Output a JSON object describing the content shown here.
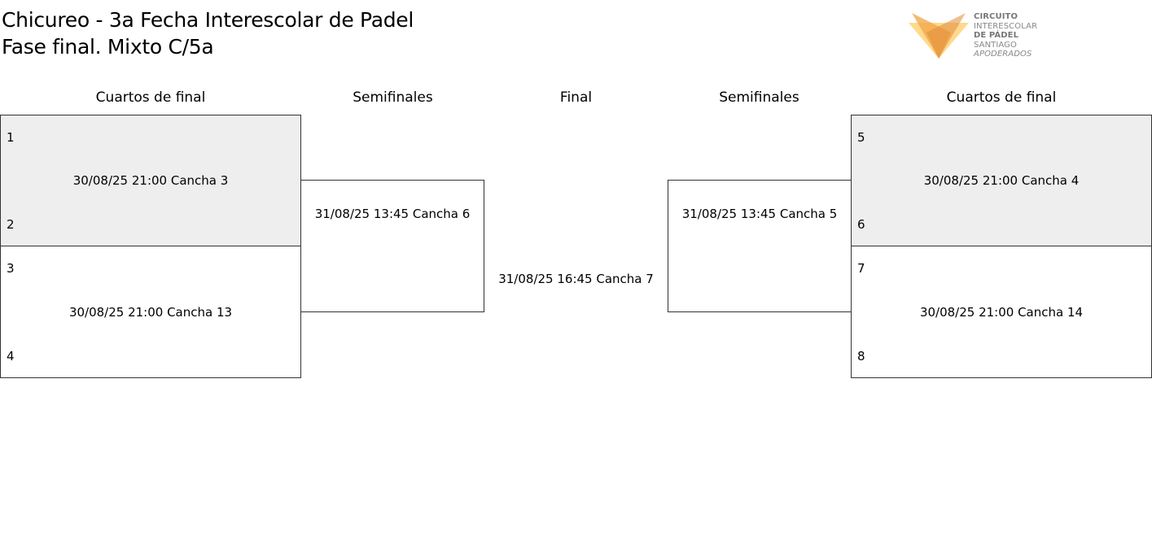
{
  "header": {
    "title_line1": "Chicureo - 3a Fecha Interescolar de Padel",
    "title_line2": "Fase final. Mixto C/5a"
  },
  "logo": {
    "line1": "CIRCUITO",
    "line2": "INTERESCOLAR",
    "line3": "DE PÁDEL",
    "line4": "SANTIAGO",
    "line5": "APODERADOS",
    "colors": [
      "#f2a445",
      "#ffd580",
      "#e08a3a"
    ]
  },
  "rounds": {
    "left_quarters": "Cuartos de final",
    "left_semis": "Semifinales",
    "final": "Final",
    "right_semis": "Semifinales",
    "right_quarters": "Cuartos de final"
  },
  "matches": {
    "qf1": {
      "seed_top": "1",
      "seed_bottom": "2",
      "info": "30/08/25 21:00 Cancha 3"
    },
    "qf2": {
      "seed_top": "3",
      "seed_bottom": "4",
      "info": "30/08/25 21:00 Cancha 13"
    },
    "qf3": {
      "seed_top": "5",
      "seed_bottom": "6",
      "info": "30/08/25 21:00 Cancha 4"
    },
    "qf4": {
      "seed_top": "7",
      "seed_bottom": "8",
      "info": "30/08/25 21:00 Cancha 14"
    },
    "sf1": {
      "info": "31/08/25 13:45 Cancha 6"
    },
    "sf2": {
      "info": "31/08/25 13:45 Cancha 5"
    },
    "final": {
      "info": "31/08/25 16:45 Cancha 7"
    }
  },
  "colors": {
    "shaded_box": "#eeeeee",
    "border": "#333333"
  }
}
